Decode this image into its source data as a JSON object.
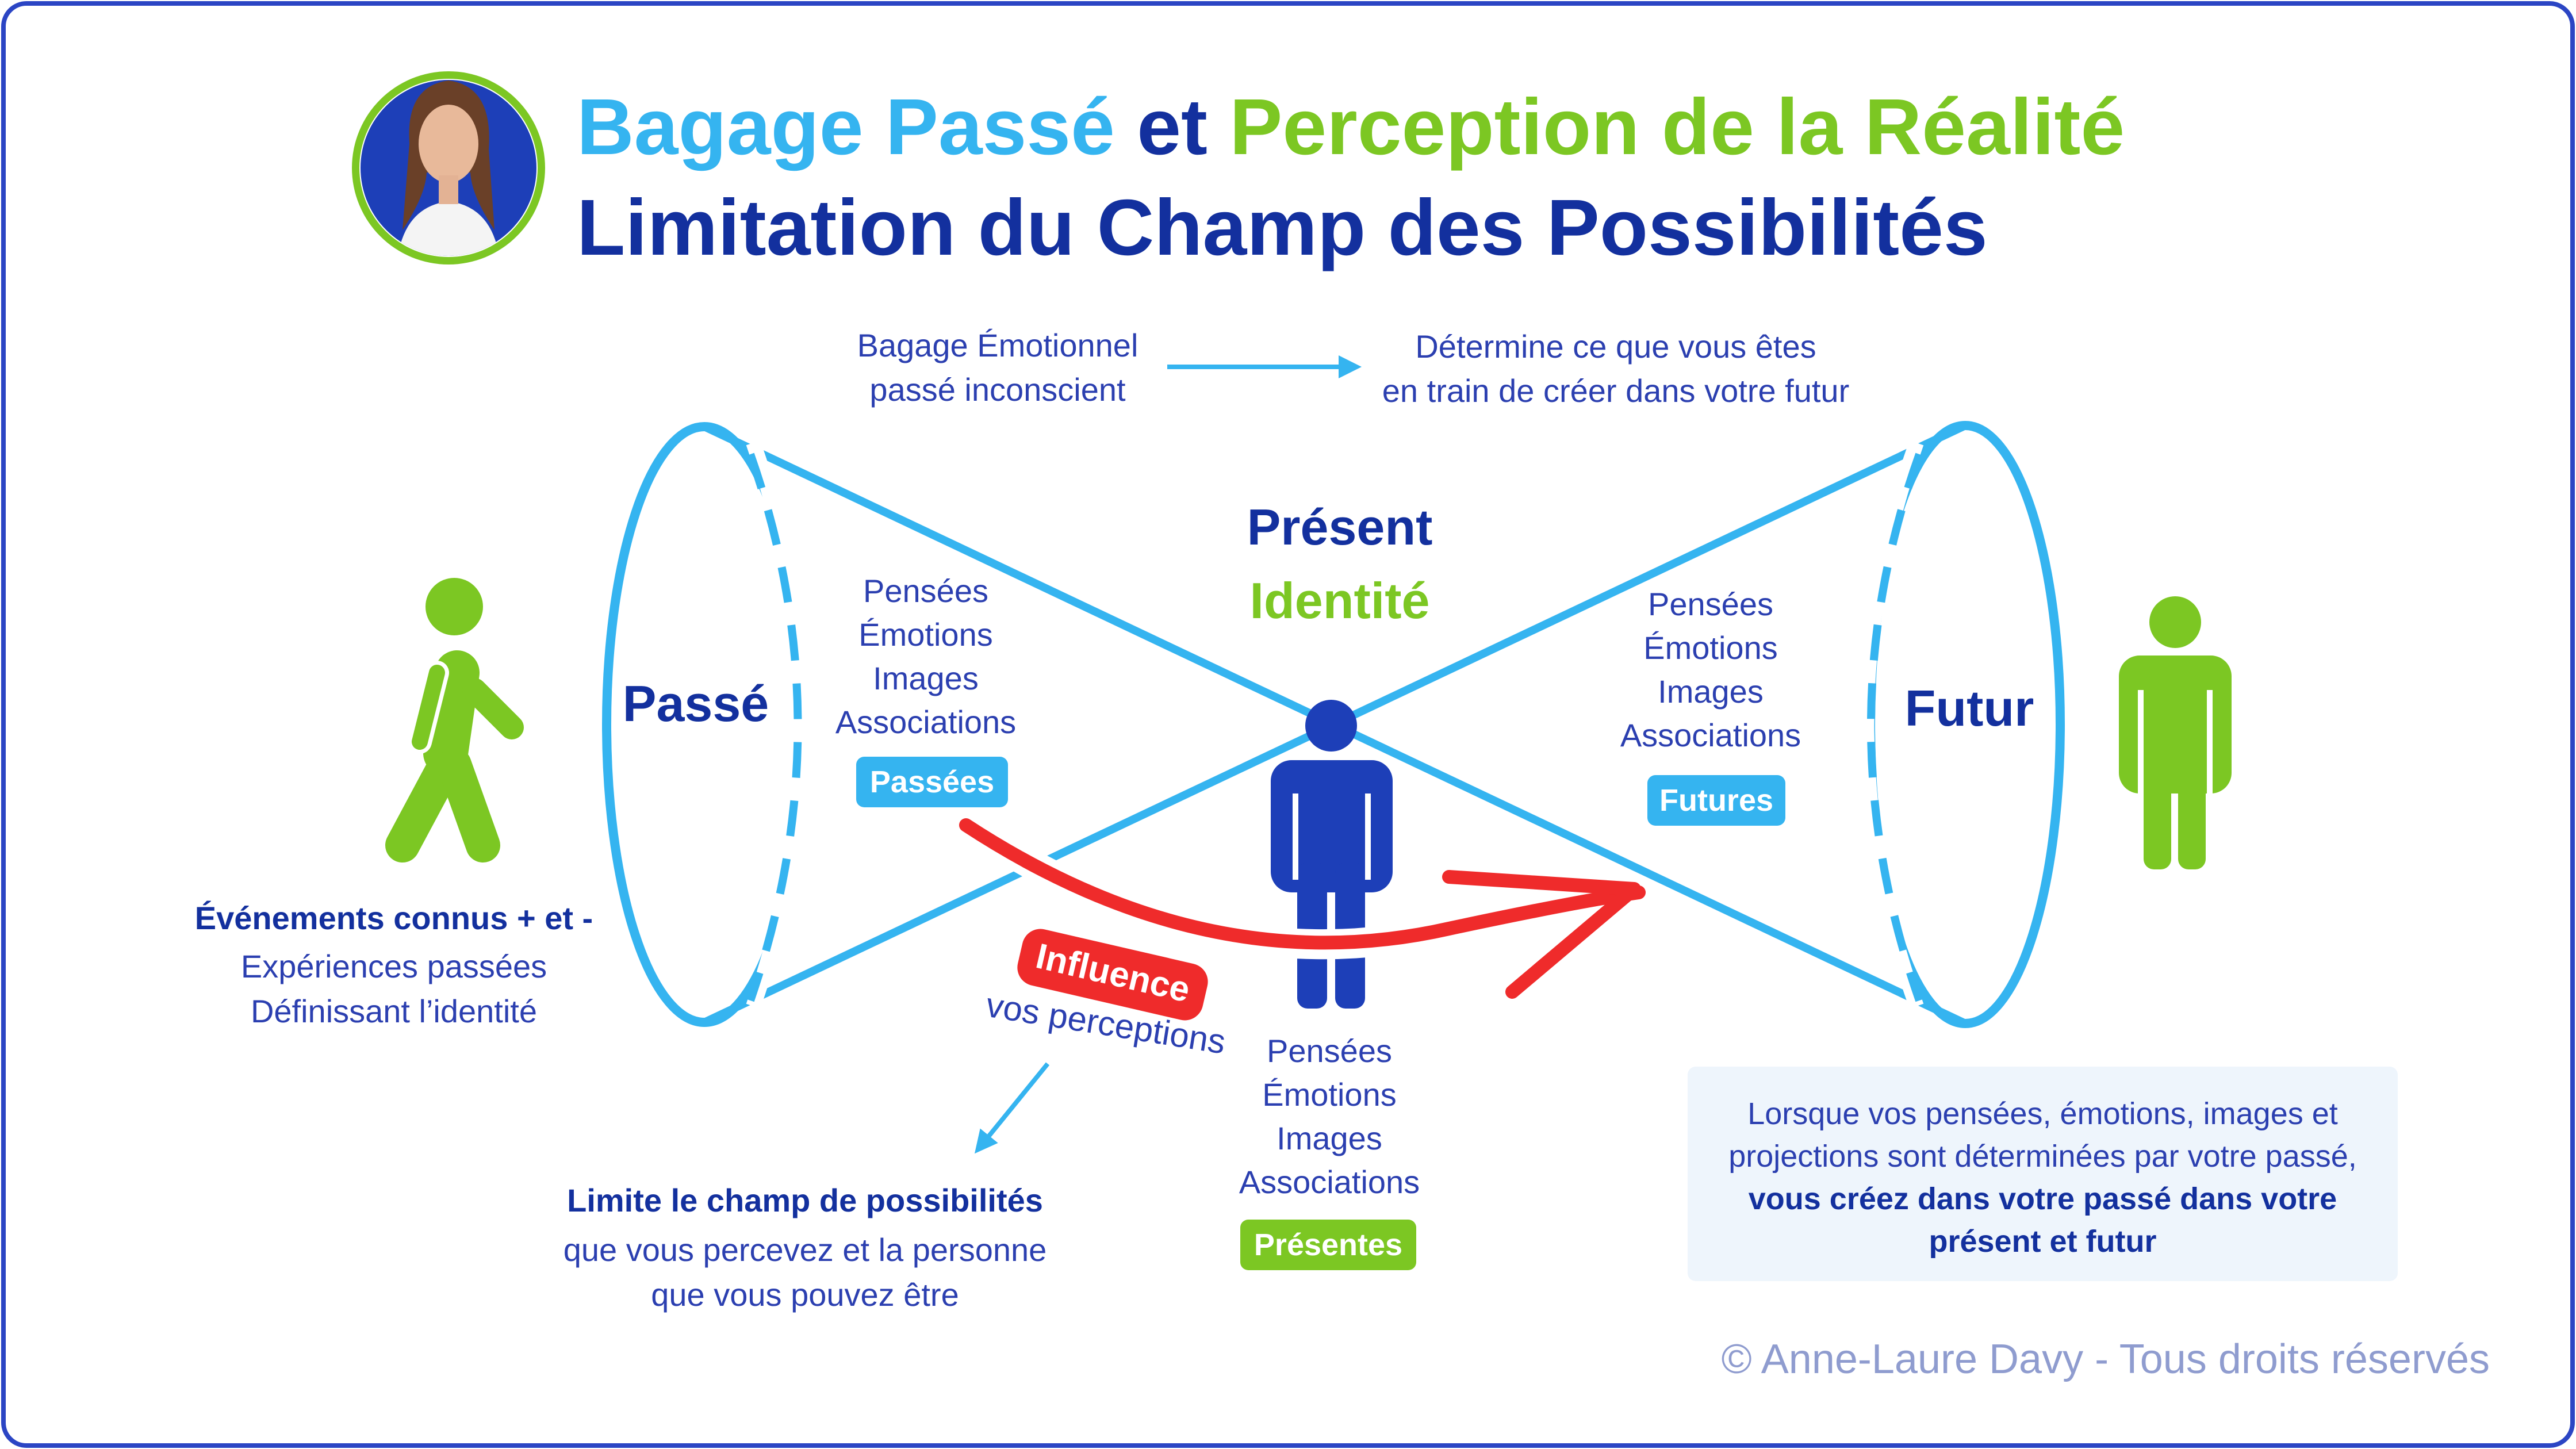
{
  "header": {
    "title_part1": "Bagage Passé",
    "title_part2": "et",
    "title_part3": "Perception de la Réalité",
    "subtitle": "Limitation du Champ des Possibilités"
  },
  "top_note": {
    "left": [
      "Bagage Émotionnel",
      "passé inconscient"
    ],
    "right": [
      "Détermine ce que vous êtes",
      "en train de créer dans votre futur"
    ]
  },
  "past": {
    "label": "Passé",
    "items": [
      "Pensées",
      "Émotions",
      "Images",
      "Associations"
    ],
    "badge": "Passées"
  },
  "present": {
    "label": "Présent",
    "sublabel": "Identité",
    "items": [
      "Pensées",
      "Émotions",
      "Images",
      "Associations"
    ],
    "badge": "Présentes"
  },
  "future": {
    "label": "Futur",
    "items": [
      "Pensées",
      "Émotions",
      "Images",
      "Associations"
    ],
    "badge": "Futures"
  },
  "events": {
    "title": "Événements connus + et -",
    "lines": [
      "Expériences passées",
      "Définissant l’identité"
    ]
  },
  "influence": {
    "tag": "Influence",
    "text": "vos perceptions"
  },
  "limit": {
    "title": "Limite le champ de possibilités",
    "lines": [
      "que vous percevez et la personne",
      "que vous pouvez être"
    ]
  },
  "infobox": {
    "lines": [
      "Lorsque vos pensées, émotions, images et",
      "projections sont déterminées par votre passé,"
    ],
    "bold_lines": [
      "vous créez dans votre passé dans votre",
      "présent et futur"
    ]
  },
  "copyright": "© Anne-Laure Davy - Tous droits réservés",
  "colors": {
    "navy": "#13309e",
    "light_blue": "#35b4f0",
    "green": "#7cc723",
    "red": "#ef2b2b",
    "infobox_bg": "#eef5fc",
    "copyright": "#8f9ccf"
  }
}
